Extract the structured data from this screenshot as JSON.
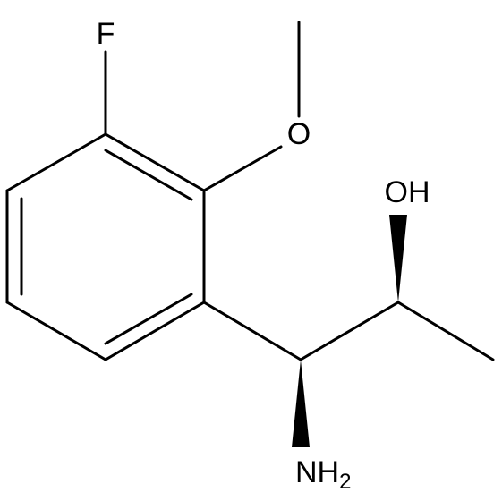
{
  "molecule": {
    "atoms": {
      "fluorine": "F",
      "oxygen_methoxy": "O",
      "hydroxyl": "OH",
      "amine_base": "NH",
      "amine_subscript": "2"
    }
  }
}
